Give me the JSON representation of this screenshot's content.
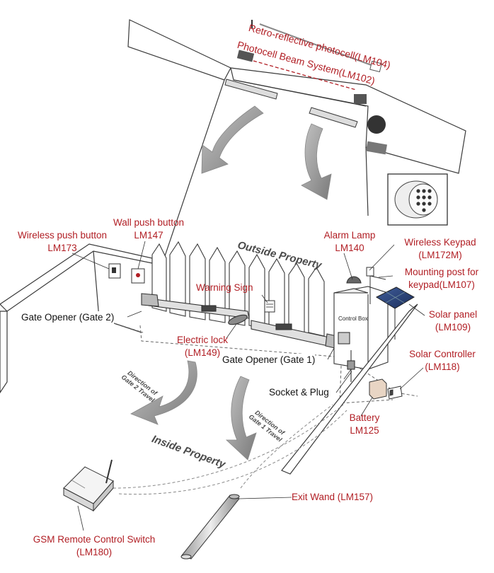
{
  "labels": {
    "retro_photocell": "Retro-reflective photocell(LM104)",
    "photocell_beam": "Photocell Beam System(LM102)",
    "wall_push_button_l1": "Wall push button",
    "wall_push_button_l2": "LM147",
    "wireless_push_button_l1": "Wireless push button",
    "wireless_push_button_l2": "LM173",
    "alarm_lamp_l1": "Alarm Lamp",
    "alarm_lamp_l2": "LM140",
    "wireless_keypad_l1": "Wireless Keypad",
    "wireless_keypad_l2": "(LM172M)",
    "mounting_post_l1": "Mounting post for",
    "mounting_post_l2": "keypad(LM107)",
    "warning_sign": "Warning Sign",
    "gate_opener_2": "Gate Opener (Gate 2)",
    "electric_lock_l1": "Electric lock",
    "electric_lock_l2": "(LM149)",
    "gate_opener_1": "Gate Opener (Gate 1)",
    "solar_panel_l1": "Solar panel",
    "solar_panel_l2": "(LM109)",
    "solar_controller_l1": "Solar Controller",
    "solar_controller_l2": "(LM118)",
    "socket_plug": "Socket & Plug",
    "battery_l1": "Battery",
    "battery_l2": "LM125",
    "exit_wand": "Exit Wand (LM157)",
    "gsm_l1": "GSM Remote Control Switch",
    "gsm_l2": "(LM180)",
    "outside_property": "Outside Property",
    "inside_property": "Inside Property",
    "control_box": "Control Box",
    "dir_gate2_l1": "Direction of",
    "dir_gate2_l2": "Gate 2 Travel",
    "dir_gate1_l1": "Direction of",
    "dir_gate1_l2": "Gate 1 Travel"
  },
  "colors": {
    "label_red": "#b11e24",
    "label_black": "#111111",
    "line_gray": "#3a3a3a",
    "arrow_gray": "#8a8a8a"
  }
}
